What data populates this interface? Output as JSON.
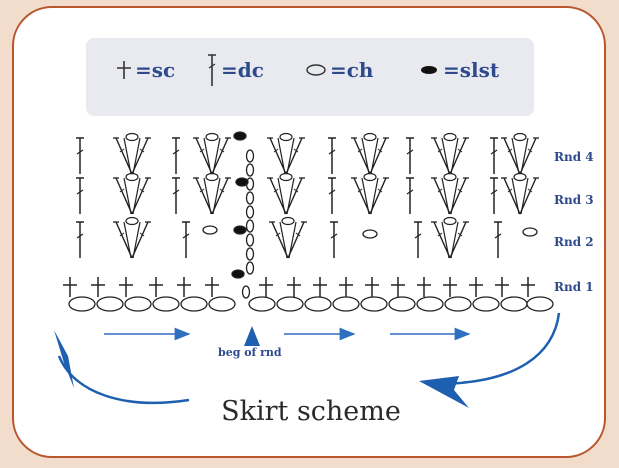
{
  "legend": {
    "sc": "=sc",
    "dc": "=dc",
    "ch": "=ch",
    "slst": "=slst"
  },
  "rounds": [
    "Rnd 4",
    "Rnd 3",
    "Rnd 2",
    "Rnd 1"
  ],
  "beg_label": "beg of rnd",
  "title": "Skirt scheme",
  "colors": {
    "frame": "#b8572e",
    "accent": "#2f6fbf",
    "text_blue": "#2f4a8c",
    "legend_bg": "#e9eaf0",
    "page_bg": "#f2dccb"
  }
}
